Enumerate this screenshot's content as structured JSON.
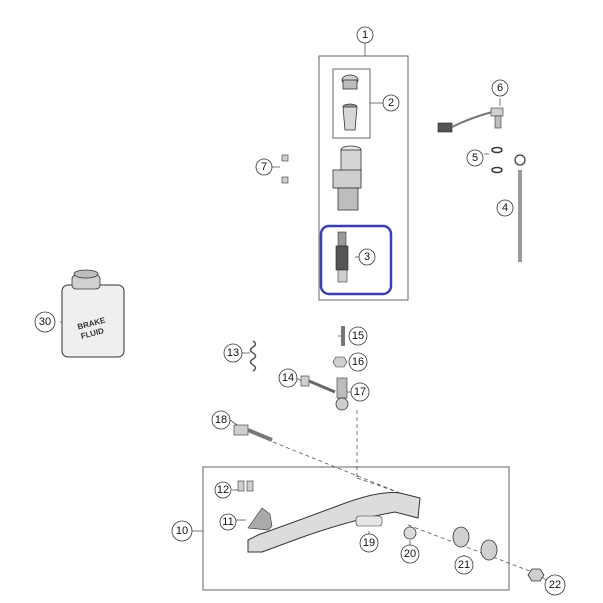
{
  "callouts": {
    "c1": "1",
    "c2": "2",
    "c3": "3",
    "c4": "4",
    "c5": "5",
    "c6": "6",
    "c7": "7",
    "c10": "10",
    "c11": "11",
    "c12": "12",
    "c13": "13",
    "c14": "14",
    "c15": "15",
    "c16": "16",
    "c17": "17",
    "c18": "18",
    "c19": "19",
    "c20": "20",
    "c21": "21",
    "c22": "22",
    "c30": "30"
  },
  "brake_fluid_label": {
    "line1": "BRAKE",
    "line2": "FLUID"
  },
  "colors": {
    "highlight": "#3b3fb0",
    "line": "#555555",
    "part_fill": "#dcdcdc"
  }
}
